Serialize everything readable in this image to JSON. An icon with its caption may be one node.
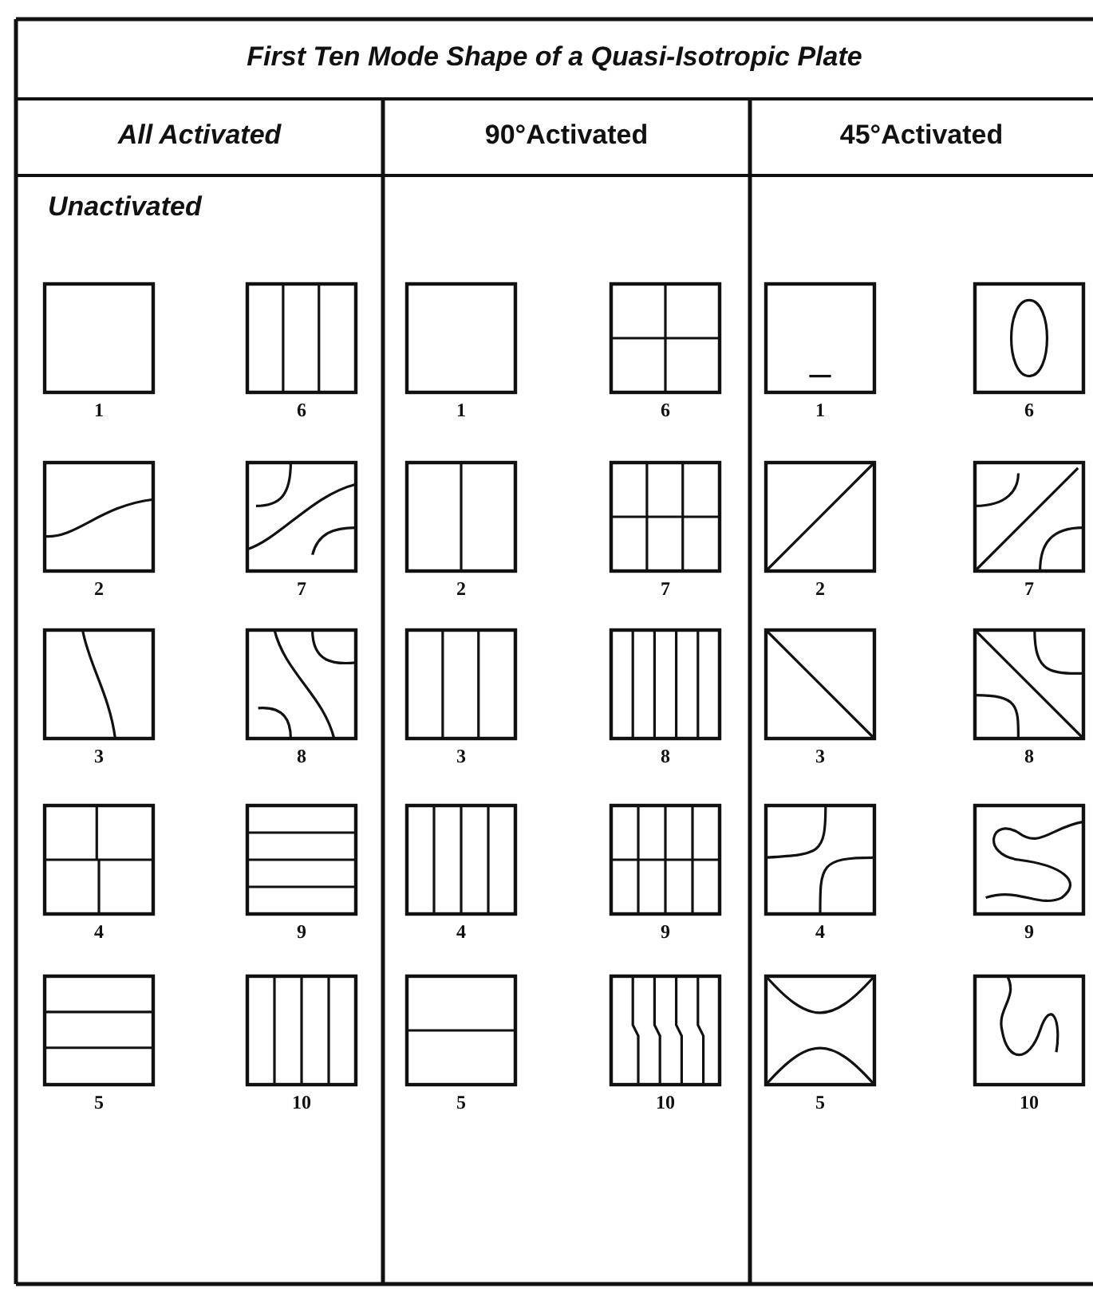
{
  "diagram": {
    "title": "First Ten Mode Shape of a Quasi-Isotropic Plate",
    "labels": [
      "All Activated",
      "90°Activated",
      "45°Activated",
      "Unactivated",
      "1",
      "6",
      "1",
      "6",
      "1",
      "6",
      "2",
      "7",
      "2",
      "7",
      "2",
      "7",
      "3",
      "8",
      "3",
      "8",
      "3",
      "8",
      "4",
      "9",
      "4",
      "9",
      "4",
      "9",
      "5",
      "10",
      "5",
      "10",
      "5",
      "10"
    ]
  }
}
